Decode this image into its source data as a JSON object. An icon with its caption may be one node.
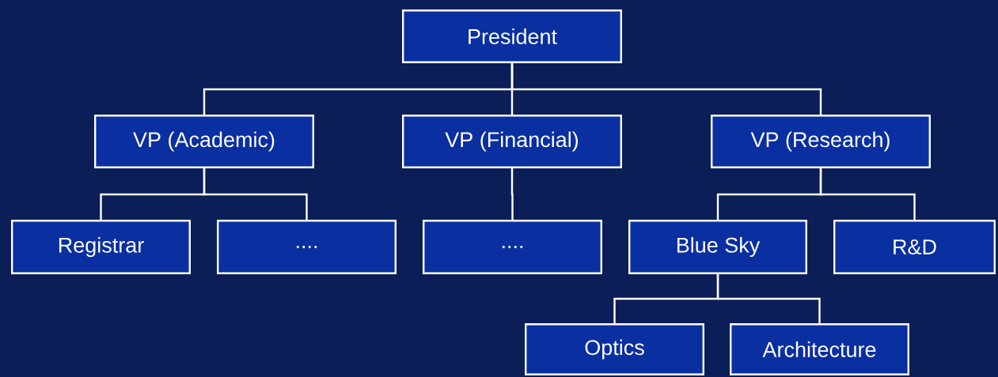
{
  "diagram": {
    "nodes": [
      {
        "text": [
          "President"
        ]
      },
      {
        "text": [
          "VP (Academic)"
        ]
      },
      {
        "text": [
          "VP (Financial)"
        ]
      },
      {
        "text": [
          "VP (Research)"
        ]
      },
      {
        "text": [
          "Registrar"
        ]
      },
      {
        "text": [
          "...."
        ]
      },
      {
        "text": [
          "...."
        ]
      },
      {
        "text": [
          "Blue Sky"
        ]
      },
      {
        "text": [
          "R&D"
        ]
      },
      {
        "text": [
          "Optics"
        ]
      },
      {
        "text": [
          "Architecture"
        ]
      }
    ],
    "edges": [
      {
        "from": 0,
        "to": 1,
        "arrow": "none"
      },
      {
        "from": 0,
        "to": 2,
        "arrow": "none"
      },
      {
        "from": 0,
        "to": 3,
        "arrow": "none"
      },
      {
        "from": 1,
        "to": 4,
        "arrow": "none"
      },
      {
        "from": 1,
        "to": 5,
        "arrow": "none"
      },
      {
        "from": 2,
        "to": 6,
        "arrow": "none"
      },
      {
        "from": 3,
        "to": 7,
        "arrow": "none"
      },
      {
        "from": 3,
        "to": 8,
        "arrow": "none"
      },
      {
        "from": 7,
        "to": 9,
        "arrow": "none"
      },
      {
        "from": 7,
        "to": 10,
        "arrow": "none"
      }
    ]
  }
}
